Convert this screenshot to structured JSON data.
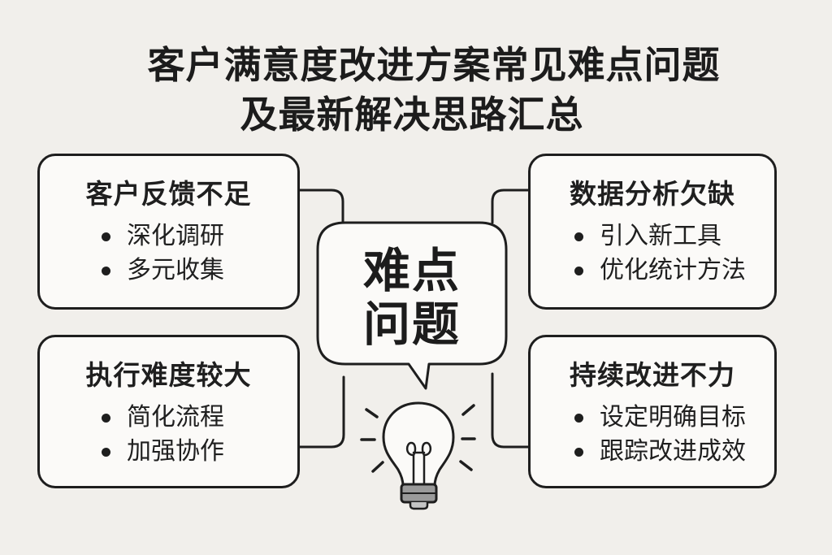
{
  "title": {
    "line1": "客户满意度改进方案常见难点问题",
    "line2": "及最新解决思路汇总"
  },
  "center": {
    "line1": "难点",
    "line2": "问题",
    "icon": "lightbulb-icon"
  },
  "boxes": [
    {
      "position": "top-left",
      "heading": "客户反馈不足",
      "items": [
        "深化调研",
        "多元收集"
      ]
    },
    {
      "position": "top-right",
      "heading": "数据分析欠缺",
      "items": [
        "引入新工具",
        "优化统计方法"
      ]
    },
    {
      "position": "bottom-left",
      "heading": "执行难度较大",
      "items": [
        "简化流程",
        "加强协作"
      ]
    },
    {
      "position": "bottom-right",
      "heading": "持续改进不力",
      "items": [
        "设定明确目标",
        "跟踪改进成效"
      ]
    }
  ],
  "colors": {
    "background": "#f1efeb",
    "box_fill": "#fbfaf8",
    "stroke": "#1e1e1e",
    "bulb_base": "#9a9a9a"
  }
}
